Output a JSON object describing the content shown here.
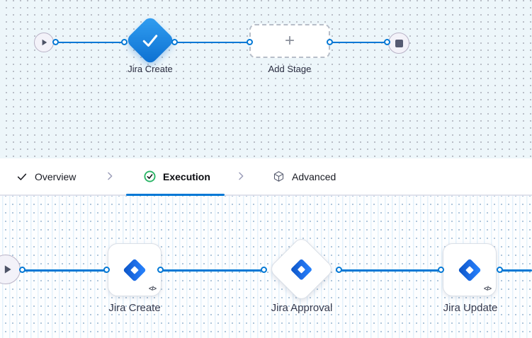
{
  "stage_pipeline": {
    "stage": {
      "label": "Jira Create",
      "status": "completed"
    },
    "add_stage": {
      "label": "Add Stage",
      "plus": "+"
    }
  },
  "tab_bar": {
    "tabs": [
      {
        "label": "Overview",
        "icon": "check-icon",
        "state": "completed"
      },
      {
        "label": "Execution",
        "icon": "check-circle-icon",
        "state": "active"
      },
      {
        "label": "Advanced",
        "icon": "cube-icon",
        "state": "default"
      }
    ]
  },
  "execution_pipeline": {
    "steps": [
      {
        "label": "Jira Create",
        "badge": "</>"
      },
      {
        "label": "Jira Approval"
      },
      {
        "label": "Jira Update",
        "badge": "</>"
      }
    ]
  },
  "colors": {
    "connector_blue": "#0278d5",
    "stage_gradient_start": "#33a0f2",
    "stage_gradient_end": "#0b6ed0",
    "jira_blue": "#2684ff",
    "jira_blue_dark": "#0a53c4",
    "success_green": "#27b464",
    "canvas_top_bg": "#edf6fa",
    "canvas_bottom_bg": "#fdfeff"
  }
}
